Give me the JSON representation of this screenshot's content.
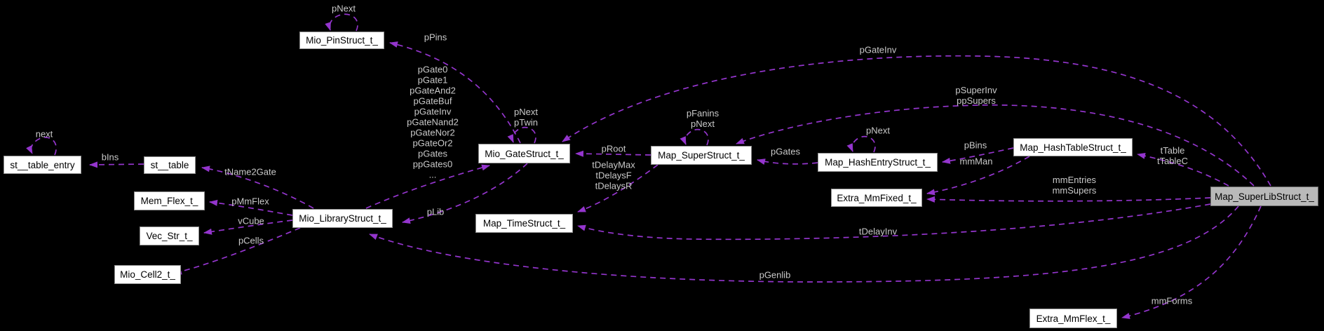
{
  "diagram": {
    "type": "collaboration-graph",
    "background": "#000000",
    "edge_color": "#9435cd",
    "label_color": "#c9c9c9",
    "node_fill": "#ffffff",
    "node_border": "#8f8f8f",
    "highlight_node_fill": "#b9b9b9"
  },
  "nodes": {
    "st_table_entry": {
      "label": "st__table_entry"
    },
    "st_table": {
      "label": "st__table"
    },
    "mem_flex": {
      "label": "Mem_Flex_t_"
    },
    "vec_str": {
      "label": "Vec_Str_t_"
    },
    "mio_cell2": {
      "label": "Mio_Cell2_t_"
    },
    "mio_pin": {
      "label": "Mio_PinStruct_t_"
    },
    "mio_gate": {
      "label": "Mio_GateStruct_t_"
    },
    "mio_library": {
      "label": "Mio_LibraryStruct_t_"
    },
    "map_time": {
      "label": "Map_TimeStruct_t_"
    },
    "map_super": {
      "label": "Map_SuperStruct_t_"
    },
    "map_hashentry": {
      "label": "Map_HashEntryStruct_t_"
    },
    "extra_mmfixed": {
      "label": "Extra_MmFixed_t_"
    },
    "map_hashtable": {
      "label": "Map_HashTableStruct_t_"
    },
    "map_superlib": {
      "label": "Map_SuperLibStruct_t_"
    },
    "extra_mmflex": {
      "label": "Extra_MmFlex_t_"
    }
  },
  "edge_labels": {
    "next": "next",
    "bins": "bIns",
    "tname2gate": "tName2Gate",
    "pmmflex": "pMmFlex",
    "vcube": "vCube",
    "pcells": "pCells",
    "pin_pnext": "pNext",
    "ppins": "pPins",
    "gate_fields": [
      "pGate0",
      "pGate1",
      "pGateAnd2",
      "pGateBuf",
      "pGateInv",
      "pGateNand2",
      "pGateNor2",
      "pGateOr2",
      "pGates",
      "ppGates0",
      "..."
    ],
    "gate_loop": [
      "pNext",
      "pTwin"
    ],
    "proot": "pRoot",
    "tdelays": [
      "tDelayMax",
      "tDelaysF",
      "tDelaysR"
    ],
    "plib": "pLib",
    "super_loop": [
      "pFanins",
      "pNext"
    ],
    "pgates": "pGates",
    "hash_pnext": "pNext",
    "pbins": "pBins",
    "mmman": "mmMan",
    "psuperinv": [
      "pSuperInv",
      "ppSupers"
    ],
    "pgateinv": "pGateInv",
    "ttable": [
      "tTable",
      "tTableC"
    ],
    "mmentries": [
      "mmEntries",
      "mmSupers"
    ],
    "tdelayinv": "tDelayInv",
    "pgenlib": "pGenlib",
    "mmforms": "mmForms"
  }
}
